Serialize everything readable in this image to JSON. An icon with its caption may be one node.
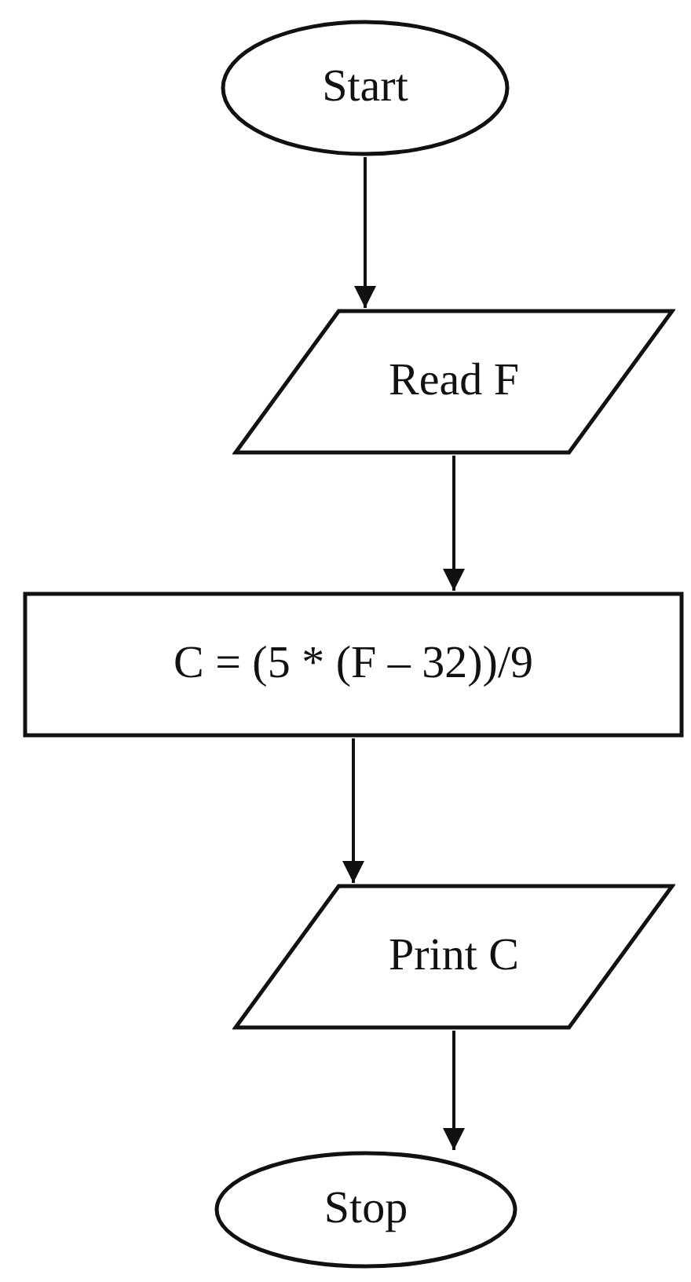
{
  "diagram": {
    "nodes": [
      {
        "text": [
          "Start"
        ]
      },
      {
        "text": [
          "Read F"
        ]
      },
      {
        "text": [
          "C = (5 * (F – 32))/9"
        ]
      },
      {
        "text": [
          "Print C"
        ]
      },
      {
        "text": [
          "Stop"
        ]
      }
    ],
    "edges": [
      {
        "from": 0,
        "to": 1,
        "arrow": "to"
      },
      {
        "from": 1,
        "to": 2,
        "arrow": "to"
      },
      {
        "from": 2,
        "to": 3,
        "arrow": "to"
      },
      {
        "from": 3,
        "to": 4,
        "arrow": "to"
      }
    ]
  }
}
